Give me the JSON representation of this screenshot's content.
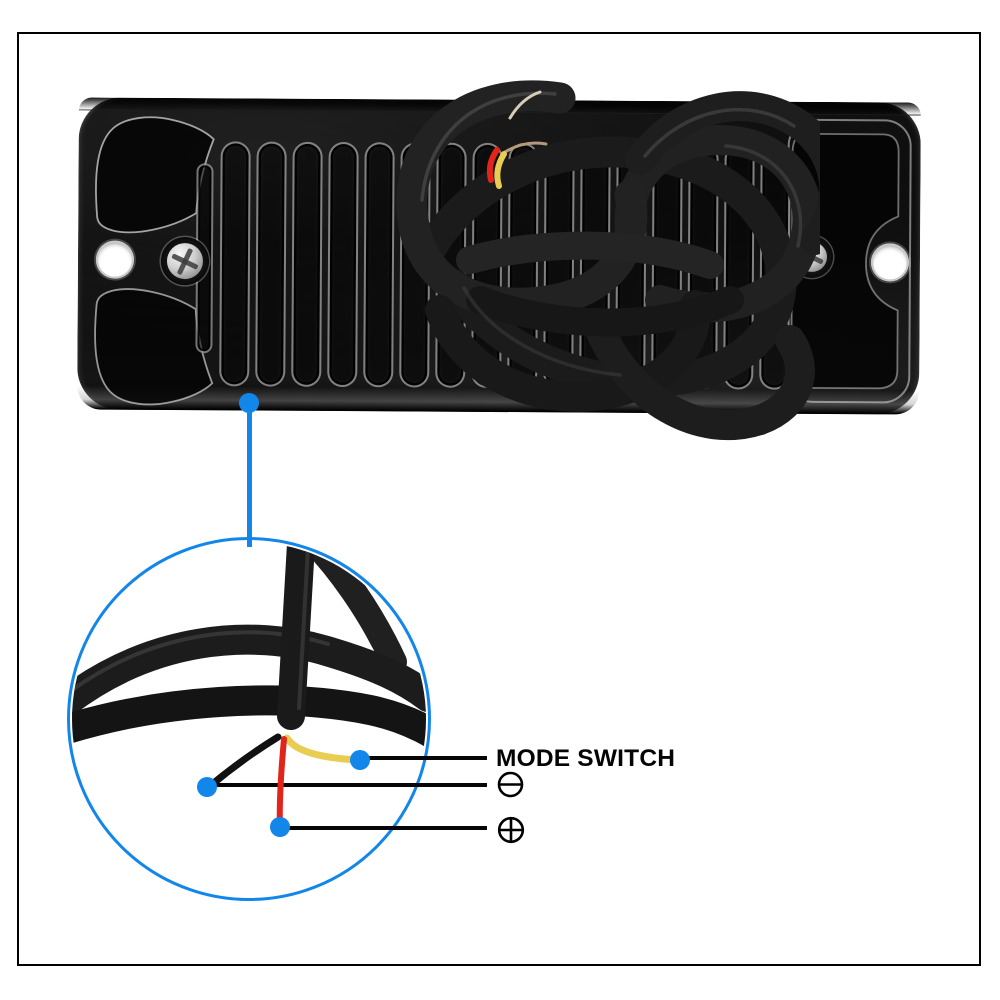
{
  "scene": {
    "background_color": "#ffffff",
    "frame_border_color": "#000000"
  },
  "magnifier": {
    "accent_color": "#1386ea",
    "link_dot": true
  },
  "callouts": [
    {
      "id": "mode-switch",
      "label": "MODE SWITCH",
      "symbol": "",
      "wire_color": "#e9cd52"
    },
    {
      "id": "negative-terminal",
      "label": "",
      "symbol": "minus-in-circle",
      "wire_color": "#111111"
    },
    {
      "id": "positive-terminal",
      "label": "",
      "symbol": "plus-in-circle",
      "wire_color": "#e1251a"
    }
  ],
  "callout_line_color": "#000000"
}
